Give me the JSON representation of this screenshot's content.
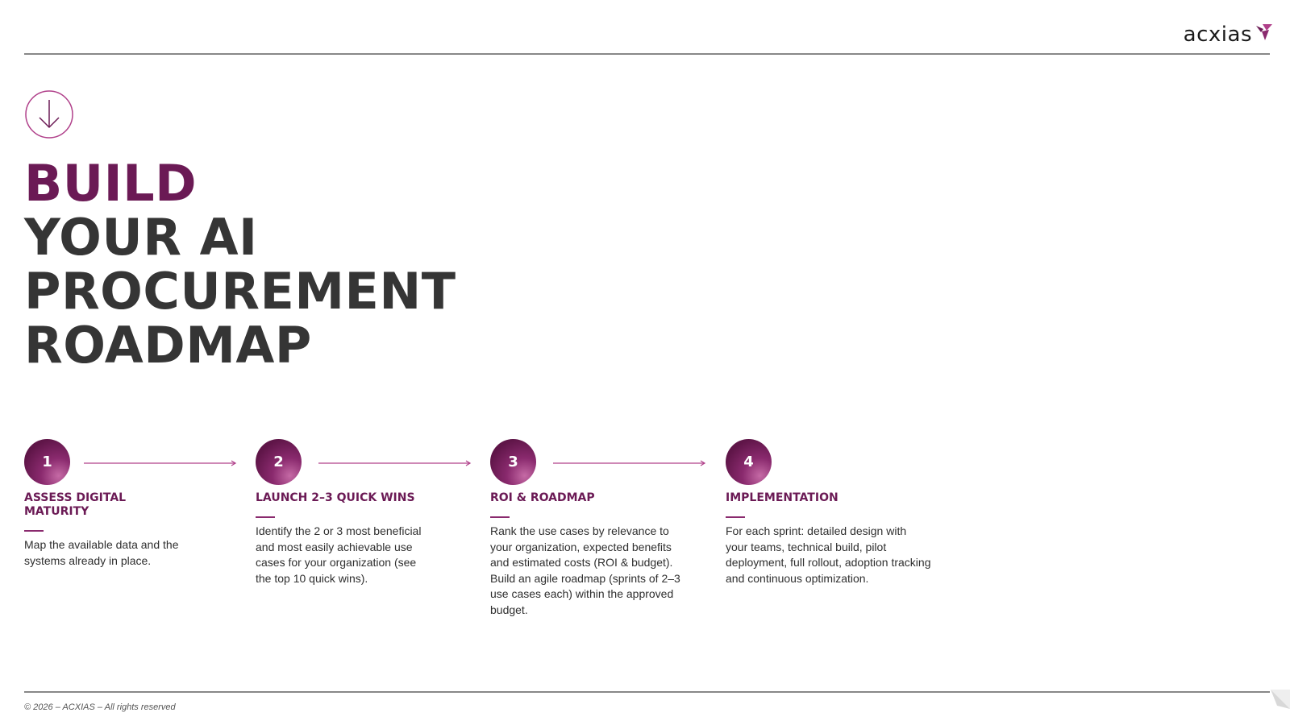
{
  "header": {
    "logo_text": "acxias"
  },
  "headline": {
    "accent": "BUILD",
    "lines": [
      "YOUR AI",
      "PROCUREMENT",
      "ROADMAP"
    ]
  },
  "steps": [
    {
      "number": "1",
      "title": "ASSESS DIGITAL MATURITY",
      "text": "Map the available data and the systems already in place."
    },
    {
      "number": "2",
      "title": "LAUNCH 2–3 QUICK WINS",
      "text": "Identify the 2 or 3 most beneficial and most easily achievable use cases for your organization (see the top 10 quick wins)."
    },
    {
      "number": "3",
      "title": "ROI & ROADMAP",
      "text": "Rank the use cases by relevance to your organization, expected benefits and estimated costs (ROI & budget). Build an agile roadmap (sprints of 2–3 use cases each) within the approved budget."
    },
    {
      "number": "4",
      "title": "IMPLEMENTATION",
      "text": "For each sprint: detailed design with your teams, technical build, pilot deployment, full rollout, adoption tracking and continuous optimization."
    }
  ],
  "footer": {
    "copyright": "© 2026 – ACXIAS – All rights reserved"
  },
  "colors": {
    "accent": "#6b1a55",
    "accent_light": "#b0408a",
    "text": "#353535",
    "rule": "#888888"
  },
  "icons": {
    "intro": "arrow-down-circle-icon",
    "logo": "acxias-logo-mark-icon",
    "connector": "arrow-right-icon"
  }
}
